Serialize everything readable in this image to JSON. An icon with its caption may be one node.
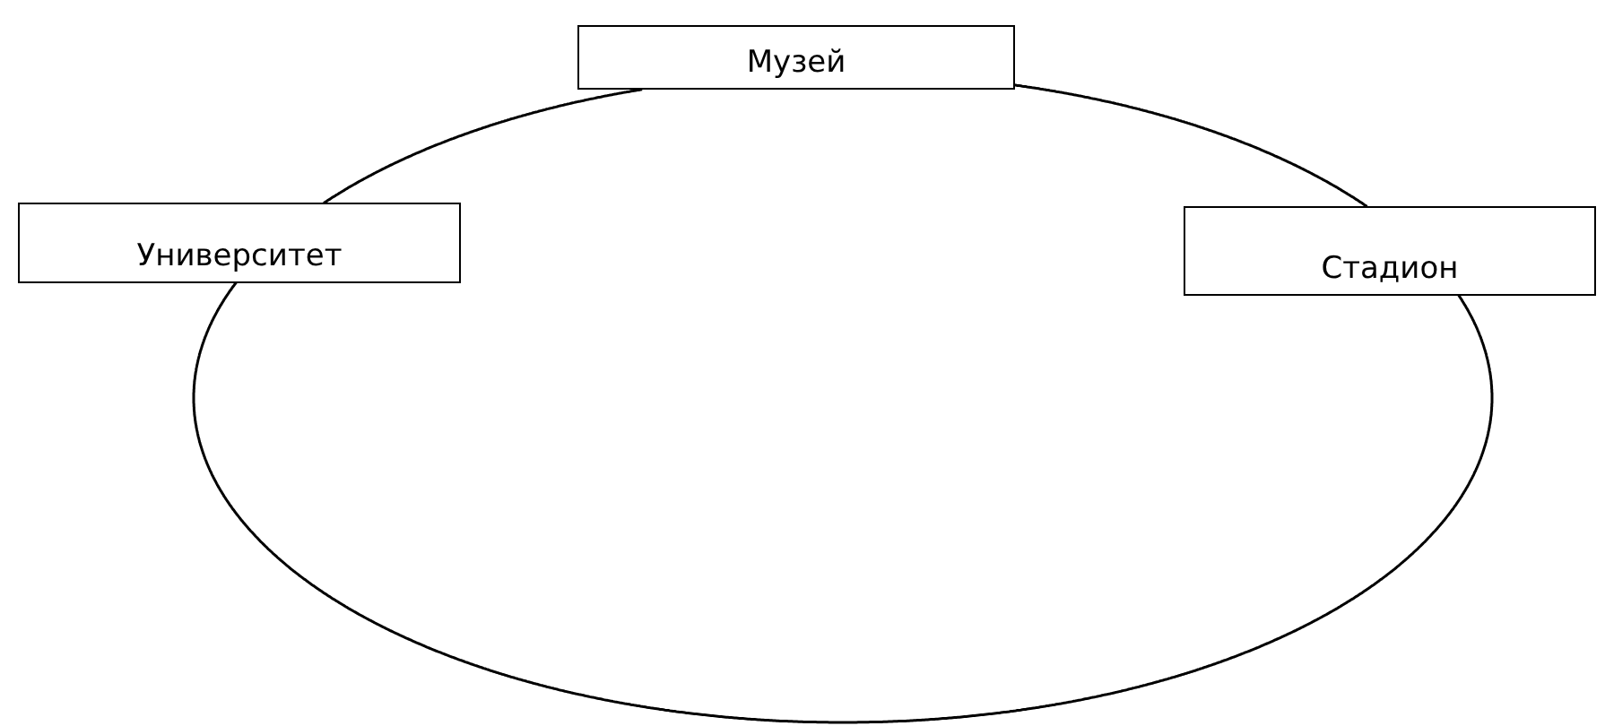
{
  "diagram": {
    "nodes": [
      {
        "text": [
          "Университет"
        ]
      },
      {
        "text": [
          "Музей"
        ]
      },
      {
        "text": [
          "Стадион"
        ]
      }
    ],
    "edges": [
      {
        "from": 0,
        "to": 1,
        "arrow": "none"
      },
      {
        "from": 1,
        "to": 2,
        "arrow": "none"
      },
      {
        "from": 2,
        "to": 0,
        "arrow": "none"
      }
    ]
  }
}
